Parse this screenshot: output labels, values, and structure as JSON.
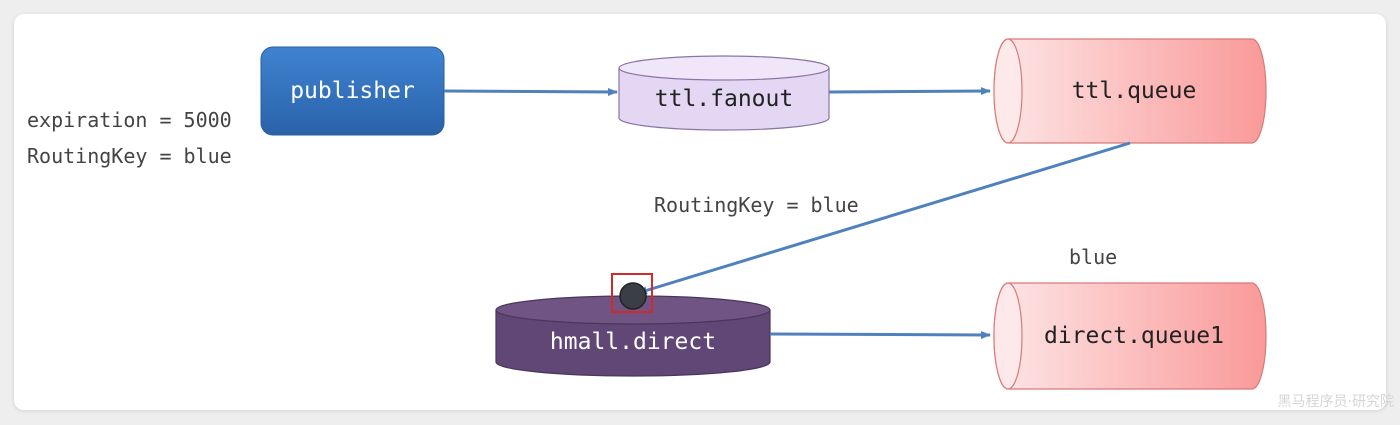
{
  "colors": {
    "publisher_top": "#3f83d0",
    "publisher_bottom": "#2a62ab",
    "fanout_fill": "#e4d7f3",
    "queue_fill_start": "#fde4e4",
    "queue_fill_end": "#fa9a9a",
    "direct_fill": "#614776",
    "arrow": "#4f81bd",
    "highlight": "#d02b2b"
  },
  "labels": {
    "expiration": "expiration = 5000",
    "routing_key_left": "RoutingKey = blue",
    "routing_key_mid": "RoutingKey = blue",
    "binding_key": "blue"
  },
  "nodes": {
    "publisher": "publisher",
    "ttl_fanout": "ttl.fanout",
    "ttl_queue": "ttl.queue",
    "hmall_direct": "hmall.direct",
    "direct_queue1": "direct.queue1"
  },
  "watermark": "黑马程序员·研究院"
}
